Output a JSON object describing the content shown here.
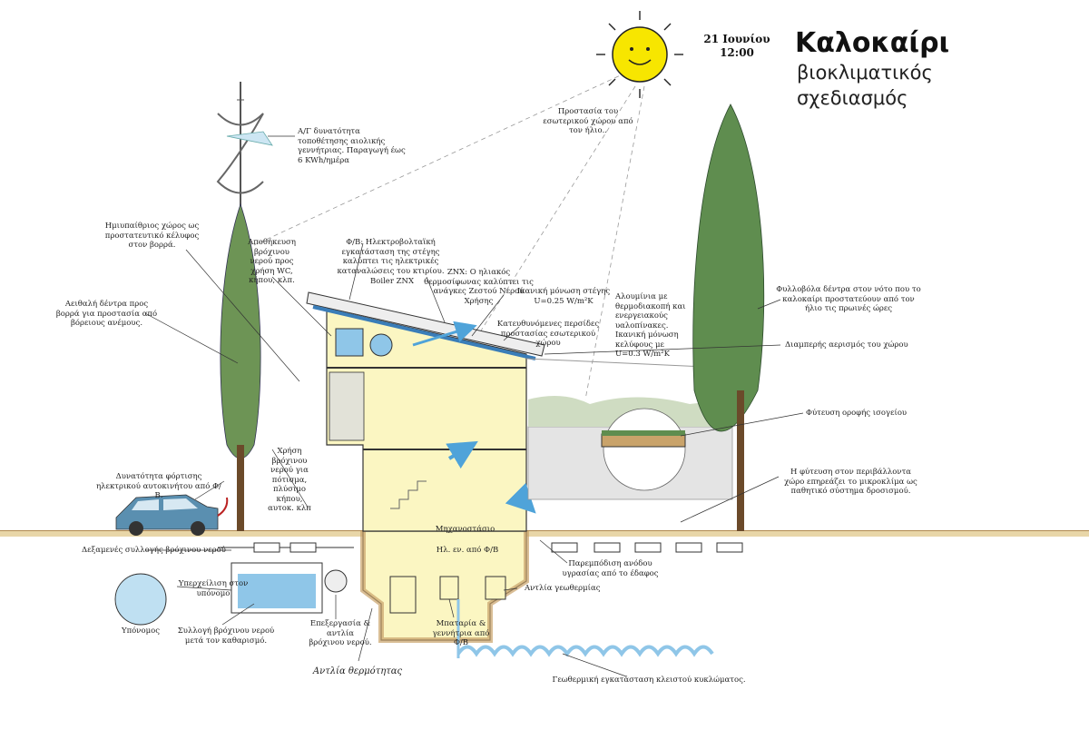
{
  "header": {
    "title": "Καλοκαίρι",
    "subtitle": "βιοκλιματικός σχεδιασμός",
    "date": "21 Ιουνίου",
    "time": "12:00"
  },
  "labels": {
    "wind_turbine": "Α/Γ δυνατότητα τοποθέτησης αιολικής γεννήτριας. Παραγωγή έως 6 KWh/ημέρα",
    "sun_protection": "Προστασία του εσωτερικού χώρου από τον ήλιο..",
    "semi_open_space": "Ημιυπαίθριος χώρος ως προστατευτικό κέλυφος στον βορρά.",
    "rainwater_storage": "Αποθήκευση βρόχινου νερού προς χρήση WC, κήπου, κλπ.",
    "pv_system": "Φ/Β: Ηλεκτροβολταϊκή εγκατάσταση της στέγης καλύπτει τις ηλεκτρικές καταναλώσεις του κτιρίου.",
    "boiler": "Boiler ZNX",
    "solar_heater": "ZNX: Ο ηλιακός θερμοσίφωνας καλύπτει τις ανάγκες Ζεστού Νερού Χρήσης",
    "roof_insulation": "Ικανική μόνωση στέγης U=0.25 W/m²K",
    "evergreen_trees": "Αειθαλή δέντρα προς βορρά για προστασία από βόρειους ανέμους.",
    "aluminium_frames": "Αλουμίνια με θερμοδιακοπή και ενεργειακούς υαλοπίνακες. Ικανική μόνωση κελύφους με U=0.3 W/m²K",
    "blinds": "Κατευθυνόμενες περσίδες προστασίας εσωτερικού χώρου",
    "deciduous_trees": "Φυλλοβόλα δέντρα στον νότο που το καλοκαίρι προστατεύουν από τον ήλιο τις πρωινές ώρες",
    "cross_ventilation": "Διαμπερής αερισμός του χώρου",
    "green_roof": "Φύτευση οροφής ισογείου",
    "rainwater_use": "Χρήση βρόχινου νερού για πότισμα, πλύσιμο κήπου, αυτοκ. κλπ",
    "ev_charging": "Δυνατότητα φόρτισης ηλεκτρικού αυτοκινήτου από Φ/Β.",
    "planting": "Η φύτευση στον περιβάλλοντα χώρο επηρεάζει το μικροκλίμα ως παθητικό σύστημα δροσισμού.",
    "machine_room": "Μηχανοστάσιο",
    "pv_power": "Ηλ. εν. από Φ/Β",
    "rain_tank": "Δεξαμενές συλλογής βρόχινου νερού",
    "moisture_barrier": "Παρεμπόδιση ανόδου υγρασίας από το έδαφος",
    "overflow": "Υπερχείλιση στον υπόνομο",
    "geo_pump": "Αντλία γεωθερμίας",
    "sewer": "Υπόνομος",
    "rain_collection": "Συλλογή βρόχινου νερού μετά τον καθαρισμό.",
    "rain_processing": "Επεξεργασία & αντλία βρόχινου νερού.",
    "battery": "Μπαταρία & γεννήτρια από Φ/Β",
    "heat_pump": "Αντλία θερμότητας",
    "geothermal": "Γεωθερμική εγκατάσταση κλειστού κυκλώματος."
  },
  "colors": {
    "building_fill": "#fbf6c2",
    "tree_green": "#5f8d4f",
    "soil": "#c9a36a",
    "water": "#8fc6e8",
    "sun": "#f7e600",
    "arrow": "#4fa3d9",
    "car": "#5a8fb0"
  }
}
